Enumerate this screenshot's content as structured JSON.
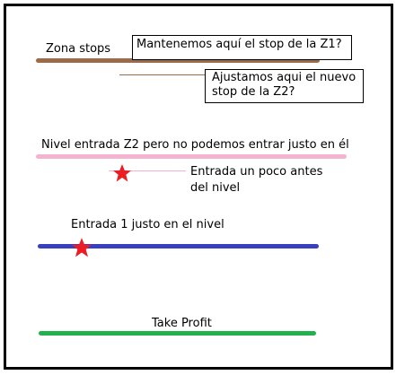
{
  "labels": {
    "stops": "Zona stops",
    "entry_z2": "Nivel entrada Z2 pero no podemos entrar justo en él",
    "entry_early_1": "Entrada un poco antes",
    "entry_early_2": "del nivel",
    "entry_1": "Entrada 1 justo en el nivel",
    "take_profit": "Take Profit"
  },
  "notes": {
    "keep_stop": "Mantenemos aquí el stop de la Z1?",
    "new_stop_1": "Ajustamos aqui el nuevo",
    "new_stop_2": "stop de la Z2?"
  },
  "colors": {
    "stops": "#9c6b4a",
    "entry_z2": "#f4b4cf",
    "entry_1": "#3a3fbf",
    "take_profit": "#22b14c",
    "star": "#ec1c24"
  },
  "icons": [
    "star-icon",
    "star-icon"
  ]
}
